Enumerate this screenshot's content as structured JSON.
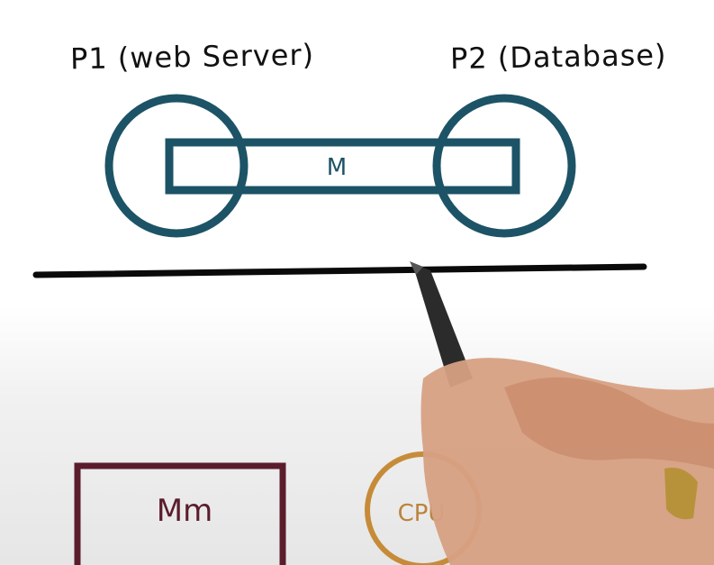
{
  "labels": {
    "p1": "P1 (web Server)",
    "p2": "P2 (Database)",
    "shared_memory": "M",
    "main_memory": "Mm",
    "cpu": "CPU"
  },
  "colors": {
    "process_stroke": "#1d5366",
    "divider": "#0a0a0a",
    "main_memory_box": "#5a1d2c",
    "cpu_circle": "#c07a1a",
    "text": "#111111"
  }
}
